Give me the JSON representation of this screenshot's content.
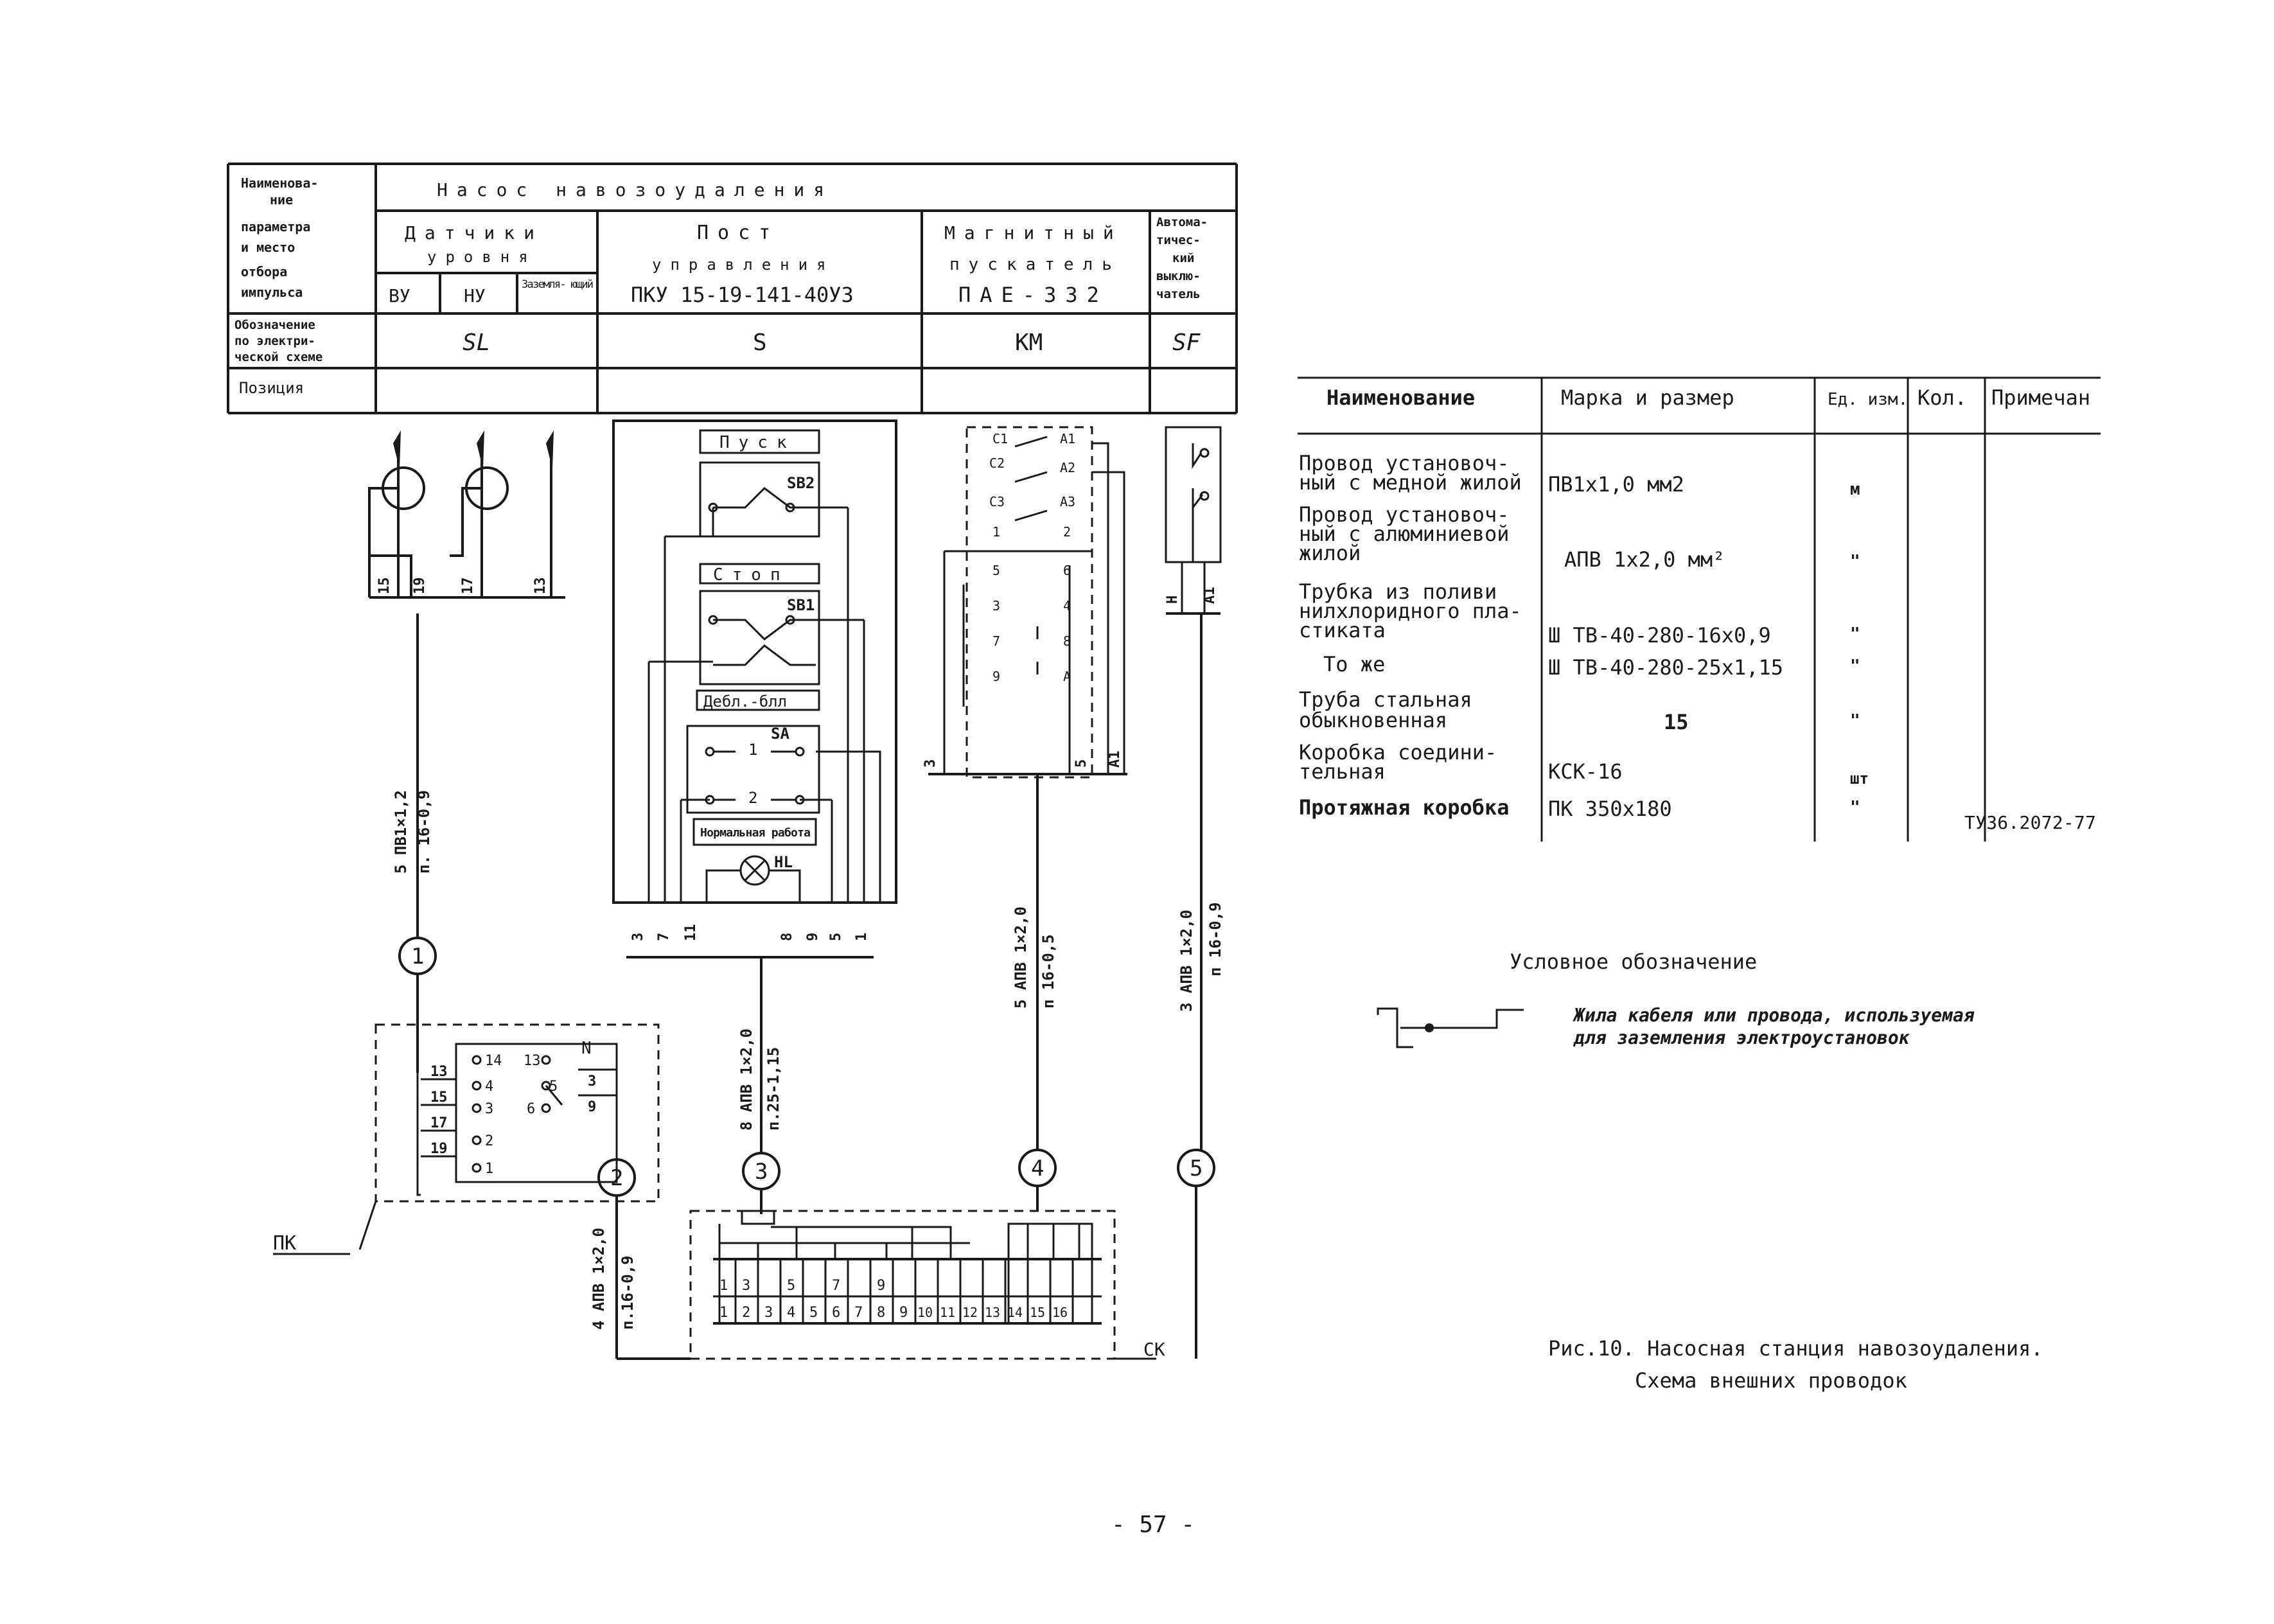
{
  "header_table": {
    "row_labels": {
      "name": [
        "Наименова-",
        "ние"
      ],
      "param": [
        "параметра",
        "и место",
        "отбора",
        "импульса"
      ],
      "designation": [
        "Обозначение",
        "по электри-",
        "ческой схеме"
      ],
      "position": "Позиция"
    },
    "title": "Насос навозоудаления",
    "cols": {
      "sensors": {
        "line1": "Датчики",
        "line2": "уровня",
        "sub": [
          "ВУ",
          "НУ",
          "Заземля- ющий"
        ],
        "code": "SL"
      },
      "post": {
        "line1": "Пост",
        "line2": "управления",
        "line3": "ПКУ 15-19-141-40У3",
        "code": "S"
      },
      "starter": {
        "line1": "Магнитный",
        "line2": "пускатель",
        "line3": "ПАЕ-332",
        "code": "КМ"
      },
      "breaker": {
        "line1": "Автома-",
        "line2": "тичес-",
        "line3": "кий",
        "line4": "выклю-",
        "line5": "чатель",
        "code": "SF"
      }
    }
  },
  "diagram": {
    "post_labels": {
      "start": "Пуск",
      "stop": "Стоп",
      "sb2": "SB2",
      "sb1": "SB1",
      "mode": "Дебл.-блл",
      "sa": "SA",
      "norm": "Нормальная работа",
      "hl": "HL",
      "sa1": "1",
      "sa2": "2"
    },
    "sensor_wires": [
      "15",
      "19",
      "17",
      "13"
    ],
    "post_wires": [
      "3",
      "7",
      "11",
      "8",
      "9",
      "5",
      "1"
    ],
    "starter_wires": [
      "3",
      "5",
      "А1"
    ],
    "breaker_wires": [
      "Н",
      "А1"
    ],
    "starter_terms": [
      "С1",
      "С2",
      "С3",
      "А1",
      "А2",
      "А3",
      "1",
      "2",
      "3",
      "4",
      "5",
      "6",
      "7",
      "8",
      "9",
      "А"
    ],
    "cables": [
      {
        "id": "1",
        "line1": "5 ПВ1×1,2",
        "line2": "п. 16-0,9"
      },
      {
        "id": "2",
        "line1": "4 АПВ 1×2,0",
        "line2": "п.16-0,9"
      },
      {
        "id": "3",
        "line1": "8 АПВ 1×2,0",
        "line2": "п.25-1,15"
      },
      {
        "id": "4",
        "line1": "5 АПВ 1×2,0",
        "line2": "п 16-0,5"
      },
      {
        "id": "5",
        "line1": "3 АПВ 1×2,0",
        "line2": "п 16-0,9"
      }
    ],
    "pk_label": "ПК",
    "ck_label": "СК",
    "pk_left_wires": [
      "13",
      "15",
      "17",
      "19"
    ],
    "pk_terms": [
      "14",
      "4",
      "3",
      "2",
      "1",
      "13",
      "5",
      "6",
      "N"
    ],
    "pk_right_wires": [
      "3",
      "9"
    ],
    "terminal_top": [
      "1",
      "3",
      "5",
      "7",
      "9"
    ],
    "terminal_bottom": [
      "1",
      "2",
      "3",
      "4",
      "5",
      "6",
      "7",
      "8",
      "9",
      "10",
      "11",
      "12",
      "13",
      "14",
      "15",
      "16"
    ]
  },
  "spec_table": {
    "headers": [
      "Наименование",
      "Марка и размер",
      "Ед. изм.",
      "Кол.",
      "Примечан"
    ],
    "rows": [
      {
        "name": [
          "Провод установоч-",
          "ный с медной жилой"
        ],
        "mark": "ПВ1х1,0 мм2",
        "unit": "м",
        "qty": "",
        "note": ""
      },
      {
        "name": [
          "Провод установоч-",
          "ный с алюминиевой",
          "жилой"
        ],
        "mark": "АПВ 1х2,0 мм²",
        "unit": "\"",
        "qty": "",
        "note": ""
      },
      {
        "name": [
          "Трубка из поливи",
          "нилхлоридного пла-",
          "стиката"
        ],
        "mark": "Ш ТВ-40-280-16х0,9",
        "unit": "\"",
        "qty": "",
        "note": ""
      },
      {
        "name": [
          "То же"
        ],
        "mark": "Ш ТВ-40-280-25х1,15",
        "unit": "\"",
        "qty": "",
        "note": ""
      },
      {
        "name": [
          "Труба стальная",
          "обыкновенная"
        ],
        "mark": "15",
        "unit": "\"",
        "qty": "",
        "note": ""
      },
      {
        "name": [
          "Коробка соедини-",
          "тельная"
        ],
        "mark": "КСК-16",
        "unit": "шт",
        "qty": "",
        "note": ""
      },
      {
        "name": [
          "Протяжная коробка"
        ],
        "mark": "ПК 350х180",
        "unit": "\"",
        "qty": "",
        "note": "ТУ36.2072-77"
      }
    ]
  },
  "legend": {
    "title": "Условное обозначение",
    "text_line1": "Жила кабеля или провода, используемая",
    "text_line2": "для заземления электроустановок"
  },
  "caption": {
    "line1": "Рис.10. Насосная станция навозоудаления.",
    "line2": "Схема внешних проводок"
  },
  "page_number": "- 57 -",
  "colors": {
    "ink": "#1a1a1a",
    "paper": "#ffffff"
  }
}
